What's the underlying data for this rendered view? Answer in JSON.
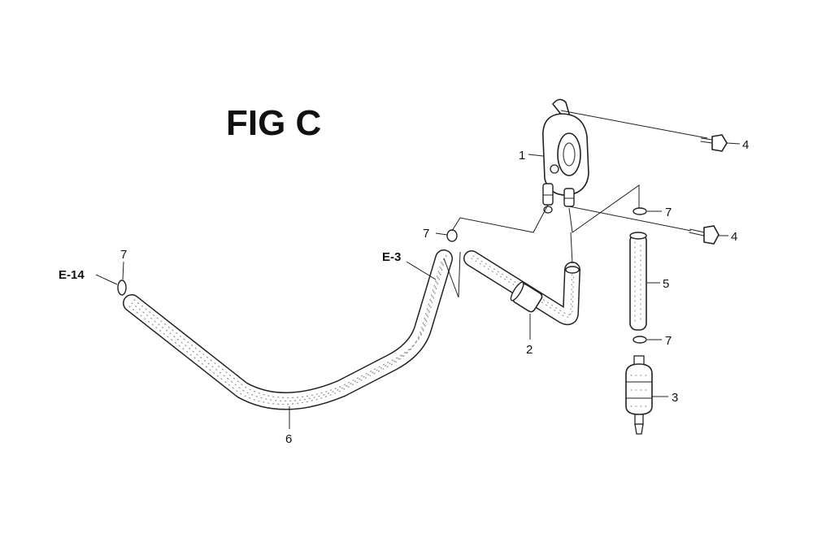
{
  "figure": {
    "title": "FIG C"
  },
  "references": {
    "e14": "E-14",
    "e3": "E-3"
  },
  "callouts": {
    "pump": "1",
    "tube": "2",
    "filter": "3",
    "bolt_top": "4",
    "bolt_lower": "4",
    "short_hose": "5",
    "long_hose": "6",
    "clip_left": "7",
    "clip_mid": "7",
    "clip_pump": "7",
    "clip_filter": "7"
  }
}
